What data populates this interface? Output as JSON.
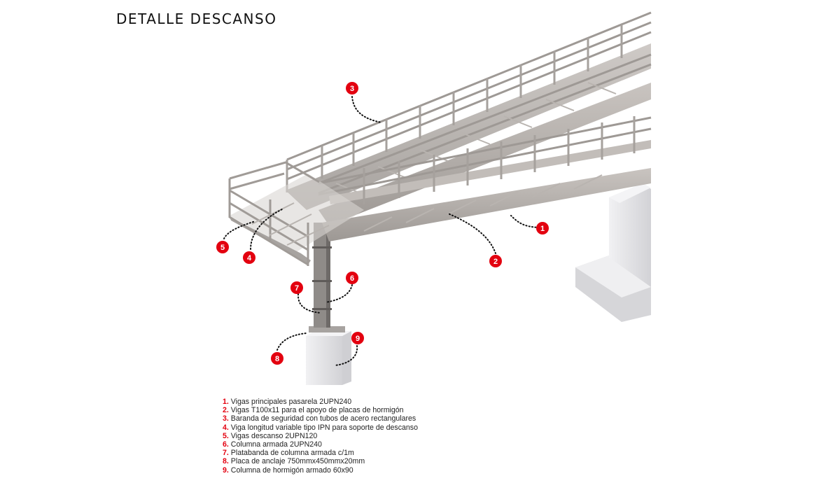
{
  "title": "DETALLE DESCANSO",
  "callouts": [
    "1",
    "2",
    "3",
    "4",
    "5",
    "6",
    "7",
    "8",
    "9"
  ],
  "legend": [
    {
      "num": "1.",
      "text": "Vigas principales pasarela 2UPN240"
    },
    {
      "num": "2.",
      "text": "Vigas T100x11 para el apoyo de placas de hormigón"
    },
    {
      "num": "3.",
      "text": "Baranda de seguridad con tubos de acero rectangulares"
    },
    {
      "num": "4.",
      "text": "Viga longitud variable tipo IPN para soporte de descanso"
    },
    {
      "num": "5.",
      "text": "Vigas descanso 2UPN120"
    },
    {
      "num": "6.",
      "text": "Columna armada 2UPN240"
    },
    {
      "num": "7.",
      "text": "Platabanda de columna armada c/1m"
    },
    {
      "num": "8.",
      "text": "Placa de anclaje 750mmx450mmx20mm"
    },
    {
      "num": "9.",
      "text": "Columna de hormigón armado 60x90"
    }
  ],
  "colors": {
    "accent": "#e3000f",
    "steel": "#b3aeaa",
    "concrete": "#e2e2e4"
  }
}
